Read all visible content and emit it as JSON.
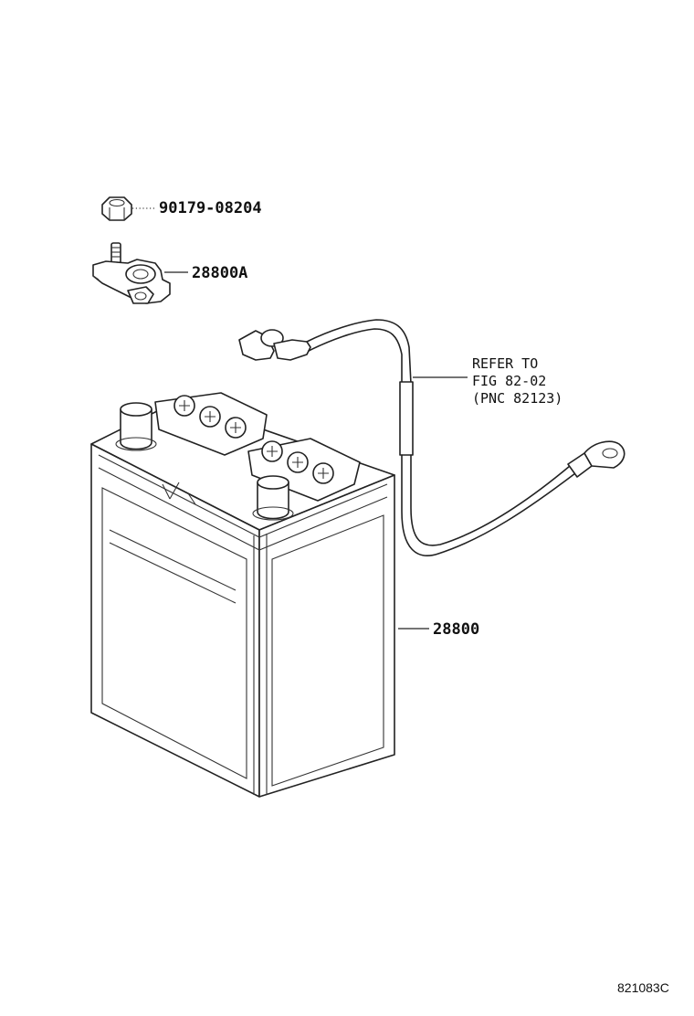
{
  "parts": {
    "nut_label": "90179-08204",
    "clamp_label": "28800A",
    "battery_label": "28800"
  },
  "reference": {
    "line1": "REFER TO",
    "line2": "FIG 82-02",
    "line3": "(PNC 82123)"
  },
  "illustration_code": "821083C",
  "icons": [
    "nut-icon",
    "terminal-clamp-icon",
    "battery-icon",
    "ground-cable-icon"
  ]
}
